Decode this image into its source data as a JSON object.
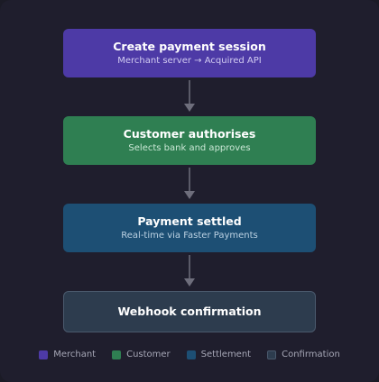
{
  "steps": [
    {
      "title": "Create payment session",
      "subtitle": "Merchant server → Acquired API",
      "color": "#4d3aa6"
    },
    {
      "title": "Customer authorises",
      "subtitle": "Selects bank and approves",
      "color": "#2f7f52"
    },
    {
      "title": "Payment settled",
      "subtitle": "Real-time via Faster Payments",
      "color": "#1d4f74"
    },
    {
      "title": "Webhook confirmation",
      "color": "#2d3c4e"
    }
  ],
  "legend": [
    {
      "label": "Merchant",
      "color": "#4d3aa6"
    },
    {
      "label": "Customer",
      "color": "#2f7f52"
    },
    {
      "label": "Settlement",
      "color": "#1d4f74"
    },
    {
      "label": "Confirmation",
      "color": "#2d3c4e"
    }
  ],
  "colors": {
    "background": "#1f1e2d",
    "arrow": "#6e6e7c"
  }
}
